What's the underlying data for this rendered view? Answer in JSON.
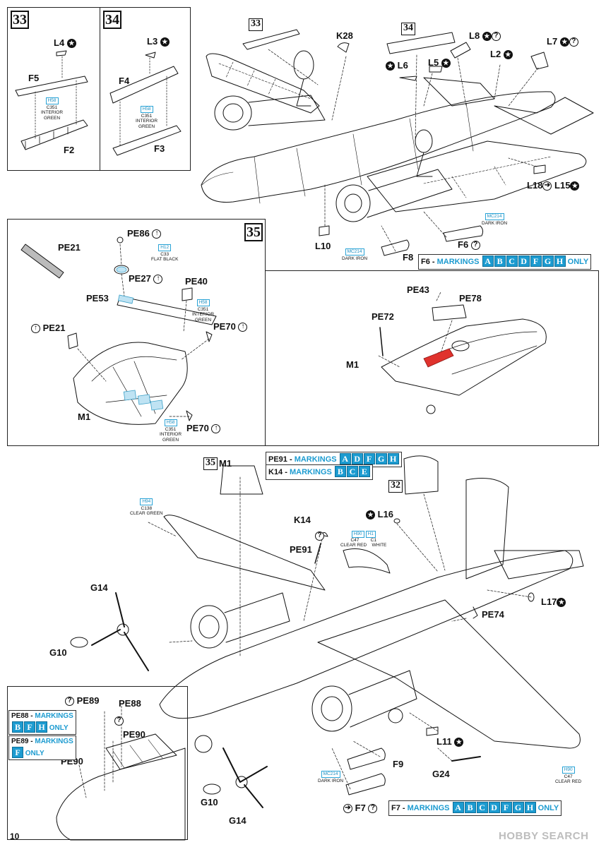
{
  "steps": {
    "s33": "33",
    "s34": "34",
    "s35": "35",
    "s32": "32"
  },
  "panel_33": {
    "parts": {
      "l4": "L4",
      "f5": "F5",
      "f2": "F2"
    },
    "paint": {
      "code": "H58",
      "c": "C351",
      "name1": "INTERIOR",
      "name2": "GREEN"
    }
  },
  "panel_34": {
    "parts": {
      "l3": "L3",
      "f4": "F4",
      "f3": "F3"
    },
    "paint": {
      "code": "H58",
      "c": "C351",
      "name1": "INTERIOR",
      "name2": "GREEN"
    }
  },
  "main_top": {
    "parts": {
      "k28": "K28",
      "l8": "L8",
      "l7": "L7",
      "l2": "L2",
      "l5": "L5",
      "l6": "L6",
      "l18": "L18",
      "l15": "L15",
      "l10": "L10",
      "f6": "F6",
      "f8": "F8"
    },
    "paint_dark_iron_1": {
      "code": "MC214",
      "name": "DARK IRON"
    },
    "paint_dark_iron_2": {
      "code": "MC214",
      "name": "DARK IRON"
    },
    "f6_markings": {
      "lead": "F6 -",
      "label": "MARKINGS",
      "letters": [
        "A",
        "B",
        "C",
        "D",
        "F",
        "G",
        "H"
      ],
      "suffix": "ONLY"
    }
  },
  "panel_35": {
    "parts": {
      "pe21a": "PE21",
      "pe86": "PE86",
      "pe27": "PE27",
      "pe40": "PE40",
      "pe53": "PE53",
      "pe21b": "PE21",
      "pe70a": "PE70",
      "m1": "M1",
      "pe70b": "PE70"
    },
    "paint_black": {
      "code": "H12",
      "c": "C33",
      "name": "FLAT BLACK"
    },
    "paint_green_1": {
      "code": "H58",
      "c": "C351",
      "name1": "INTERIOR",
      "name2": "GREEN"
    },
    "paint_green_2": {
      "code": "H58",
      "c": "C351",
      "name1": "INTERIOR",
      "name2": "GREEN"
    }
  },
  "panel_right_mid": {
    "parts": {
      "pe43": "PE43",
      "pe78": "PE78",
      "pe72": "PE72",
      "m1": "M1"
    },
    "highlight_color": "#e0322d"
  },
  "bottom": {
    "parts": {
      "m1": "M1",
      "k14": "K14",
      "l16": "L16",
      "pe91": "PE91",
      "g14a": "G14",
      "g10a": "G10",
      "l17": "L17",
      "pe74": "PE74",
      "l11": "L11",
      "f9": "F9",
      "g24": "G24",
      "f7": "F7",
      "g10b": "G10",
      "g14b": "G14"
    },
    "pe91_markings": {
      "lead": "PE91 -",
      "label": "MARKINGS",
      "letters": [
        "A",
        "D",
        "F",
        "G",
        "H"
      ]
    },
    "k14_markings": {
      "lead": "K14 -",
      "label": "MARKINGS",
      "letters": [
        "B",
        "C",
        "E"
      ]
    },
    "f7_markings": {
      "lead": "F7 -",
      "label": "MARKINGS",
      "letters": [
        "A",
        "B",
        "C",
        "D",
        "F",
        "G",
        "H"
      ],
      "suffix": "ONLY"
    },
    "paint_clear_green": {
      "code": "H94",
      "c": "C138",
      "name": "CLEAR GREEN"
    },
    "paint_clear_red_top": {
      "code": "H90",
      "c": "C47",
      "name": "CLEAR RED"
    },
    "paint_white": {
      "code": "H1",
      "c": "C1",
      "name": "WHITE"
    },
    "paint_clear_red_tail": {
      "code": "H90",
      "c": "C47",
      "name": "CLEAR RED"
    },
    "paint_dark_iron": {
      "code": "MC214",
      "name": "DARK IRON"
    }
  },
  "inset_nose": {
    "parts": {
      "pe89": "PE89",
      "pe88": "PE88",
      "pe90a": "PE90",
      "pe90b": "PE90"
    },
    "pe88_markings": {
      "lead": "PE88 -",
      "label": "MARKINGS",
      "letters": [
        "B",
        "F",
        "H"
      ],
      "suffix": "ONLY"
    },
    "pe89_markings": {
      "lead": "PE89 -",
      "label": "MARKINGS",
      "letters": [
        "F"
      ],
      "suffix": "ONLY"
    }
  },
  "footer": {
    "page": "10",
    "watermark": "HOBBY SEARCH"
  },
  "colors": {
    "accent": "#1c9bd0",
    "paint_frame": "#29a3d6",
    "highlight": "#e0322d",
    "clear_blue": "#bfe3f3"
  },
  "icons": {
    "remove": "star-circle-icon",
    "optional": "question-circle-icon",
    "bend": "arrow-up-circle-icon",
    "flip": "arrow-right-circle-icon"
  }
}
